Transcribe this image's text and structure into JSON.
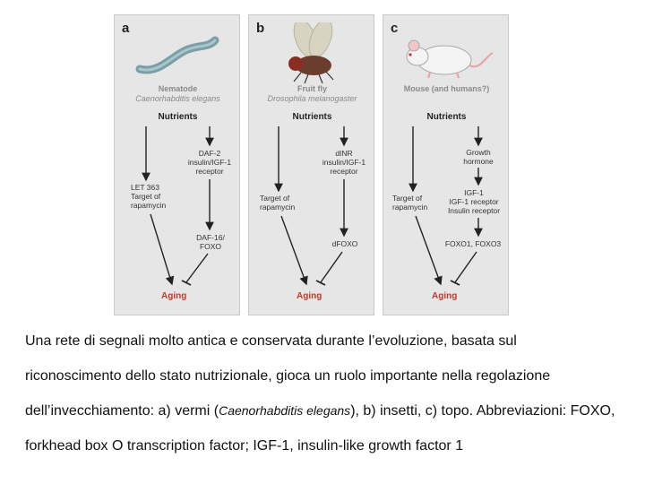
{
  "panels": [
    {
      "letter": "a",
      "organism": "Nematode",
      "latin": "Caenorhabditis elegans",
      "nutrients": "Nutrients",
      "left_node": "LET 363\nTarget of\nrapamycin",
      "right_node1": "DAF-2\ninsulin/IGF-1\nreceptor",
      "right_node2": "DAF-16/\nFOXO",
      "aging": "Aging"
    },
    {
      "letter": "b",
      "organism": "Fruit fly",
      "latin": "Drosophila melanogaster",
      "nutrients": "Nutrients",
      "left_node": "Target of\nrapamycin",
      "right_node1": "dINR\ninsulin/IGF-1\nreceptor",
      "right_node2": "dFOXO",
      "aging": "Aging"
    },
    {
      "letter": "c",
      "organism": "Mouse (and humans?)",
      "latin": "",
      "nutrients": "Nutrients",
      "left_node": "Target of\nrapamycin",
      "right_node0": "Growth\nhormone",
      "right_node1": "IGF-1\nIGF-1 receptor\nInsulin receptor",
      "right_node2": "FOXO1, FOXO3",
      "aging": "Aging"
    }
  ],
  "caption": {
    "part1": "Una rete di segnali molto antica e conservata durante l’evoluzione, basata sul riconoscimento dello stato nutrizionale, gioca un ruolo importante nella regolazione dell’invecchiamento: a) vermi (",
    "species": "Caenorhabditis elegans",
    "part2": "), b) insetti, c) topo. Abbreviazioni: FOXO, forkhead box O transcription factor; IGF-1, insulin-like growth factor 1"
  },
  "colors": {
    "panel_bg": "#e6e6e6",
    "aging": "#c0392b",
    "worm": "#7a9fa6",
    "mouse": "#f2f2f2"
  }
}
